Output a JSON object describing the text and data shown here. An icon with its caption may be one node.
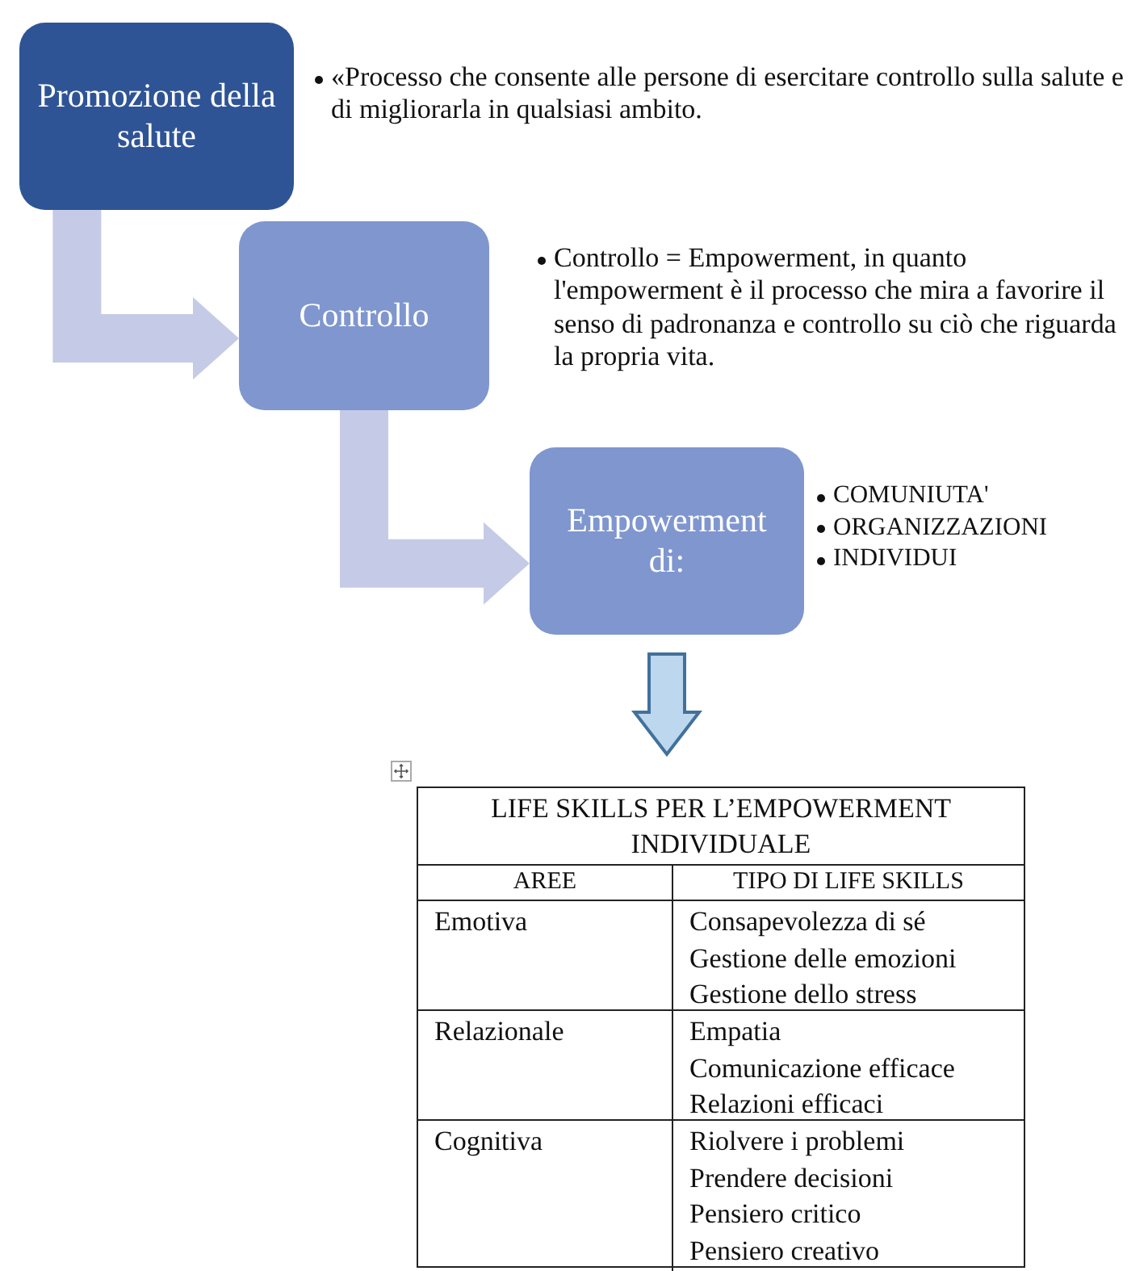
{
  "diagram": {
    "nodes": [
      {
        "text": [
          "Promozione della salute"
        ],
        "beside": [
          "«Processo che consente alle persone di esercitare controllo sulla salute e di migliorarla in qualsiasi ambito."
        ]
      },
      {
        "text": [
          "Controllo"
        ],
        "beside": [
          "Controllo = Empowerment, in quanto l'empowerment è il processo che mira a favorire il senso di padronanza e controllo su ciò che riguarda la propria vita."
        ]
      },
      {
        "text": [
          "Empowerment di:"
        ],
        "beside": [
          "COMUNIUTA'",
          "ORGANIZZAZIONI",
          "INDIVIDUI"
        ]
      },
      {
        "text": [
          "LIFE SKILLS PER L’EMPOWERMENT INDIVIDUALE"
        ]
      }
    ],
    "edges": [
      {
        "from": 0,
        "to": 1,
        "arrow": "to",
        "style": "thick"
      },
      {
        "from": 1,
        "to": 2,
        "arrow": "to",
        "style": "thick"
      },
      {
        "from": 2,
        "to": 3,
        "arrow": "to",
        "style": "thick",
        "color": "#41719c"
      }
    ],
    "labels": [
      "AREE",
      "TIPO DI LIFE SKILLS",
      "Emotiva",
      "Consapevolezza di sé",
      "Gestione delle emozioni",
      "Gestione dello stress",
      "Relazionale",
      "Empatia",
      "Comunicazione efficace",
      "Relazioni efficaci",
      "Cognitiva",
      "Riolvere i problemi",
      "Prendere decisioni",
      "Pensiero critico",
      "Pensiero creativo"
    ]
  }
}
